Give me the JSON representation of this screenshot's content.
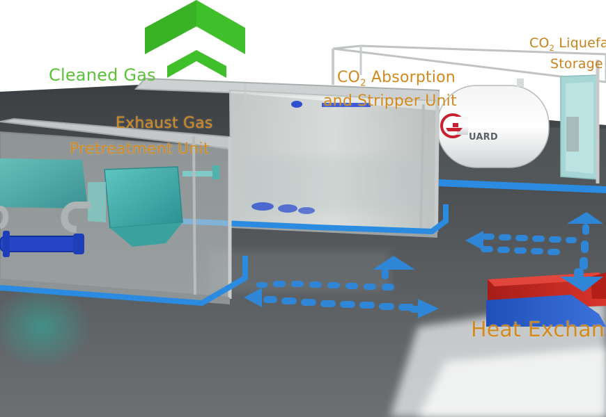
{
  "labels": {
    "cleaned_gas": "Cleaned Gas",
    "exhaust_line1": "Exhaust Gas",
    "exhaust_line2": "Pretreatment Unit",
    "absorption_co": "CO",
    "absorption_sub": "2",
    "absorption_rest": " Absorption",
    "absorption_line2": "and Stripper Unit",
    "liquefaction_co": "CO",
    "liquefaction_sub": "2",
    "liquefaction_rest": " Liquefac",
    "liquefaction_line2": "Storage",
    "heat_exchanger": "Heat Exchan",
    "logo_text": "UARD"
  },
  "colors": {
    "label_orange": "#d28a1e",
    "label_green": "#5cc23a",
    "arrow_green": "#3fbf2a",
    "flow_blue": "#2f86d6",
    "floor_outline_blue": "#2a8be0",
    "heat_red": "#c62a22",
    "heat_blue": "#2b5ec9",
    "logo_red": "#c8202e"
  },
  "icons": {
    "up_arrow": "double-chevron-up-icon",
    "flow": "dotted-flow-arrow-icon"
  }
}
